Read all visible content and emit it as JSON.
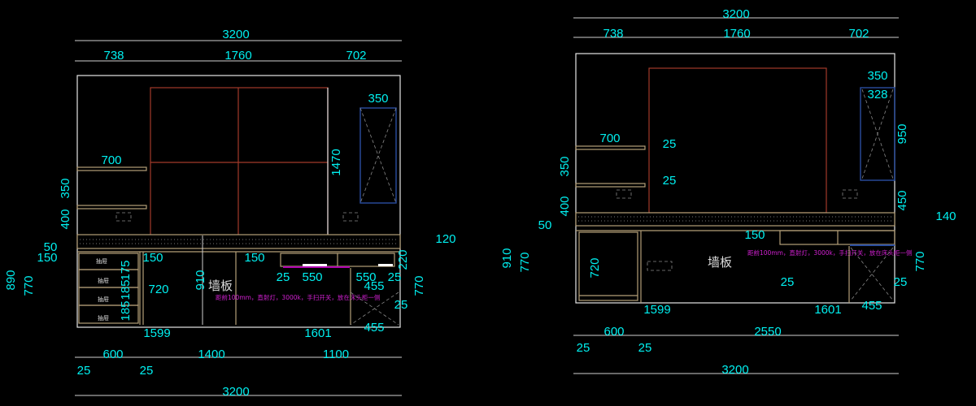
{
  "left": {
    "overall_top": "3200",
    "top_segments": [
      "738",
      "1760",
      "702"
    ],
    "cabinet_width": "350",
    "panel_height": "1470",
    "shelf_width": "700",
    "shelf_spacing": "350",
    "shelf_height": "400",
    "left_dims": [
      "50",
      "150",
      "890",
      "770"
    ],
    "drawer_dims": [
      "175",
      "185",
      "185"
    ],
    "drawer_label": "抽屉",
    "inner_dims": [
      "150",
      "720",
      "910",
      "150",
      "25",
      "550",
      "550",
      "25",
      "455",
      "25",
      "455"
    ],
    "right_dims": [
      "220",
      "770",
      "120"
    ],
    "wall_panel": "墙板",
    "note": "距前100mm，直射灯，3000k，手扫开关，放在床头柜一侧",
    "bottom_segments": [
      "1599",
      "1601"
    ],
    "base_segments": [
      "600",
      "1400",
      "1100"
    ],
    "base_small": [
      "25",
      "25"
    ],
    "overall_bottom": "3200"
  },
  "right": {
    "overall_top": "3200",
    "top_segments": [
      "738",
      "1760",
      "702"
    ],
    "cabinet_dims": [
      "350",
      "328",
      "950",
      "450"
    ],
    "shelf_width": "700",
    "shelf_thickness": [
      "25",
      "25"
    ],
    "left_dims": [
      "350",
      "400",
      "50",
      "910",
      "770"
    ],
    "right_dims": [
      "140",
      "770"
    ],
    "inner_dims": [
      "720",
      "150",
      "25",
      "25",
      "455"
    ],
    "wall_panel": "墙板",
    "note": "距前100mm，直射灯，3000k，手扫开关，放在床头柜一侧",
    "bottom_segments": [
      "1599",
      "1601"
    ],
    "base_segments": [
      "600",
      "2550"
    ],
    "base_small": [
      "25",
      "25"
    ],
    "overall_bottom": "3200"
  }
}
